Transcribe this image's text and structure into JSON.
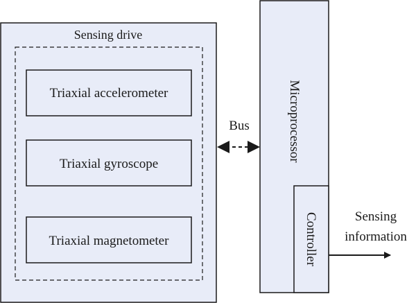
{
  "sensing_drive": {
    "title": "Sensing drive",
    "sensors": [
      "Triaxial accelerometer",
      "Triaxial gyroscope",
      "Triaxial magnetometer"
    ]
  },
  "bus_label": "Bus",
  "microprocessor_label": "Microprocessor",
  "controller_label": "Controller",
  "output": {
    "line1": "Sensing",
    "line2": "information"
  },
  "colors": {
    "box_fill": "#e8ecf8",
    "stroke": "#1a1a1a"
  }
}
